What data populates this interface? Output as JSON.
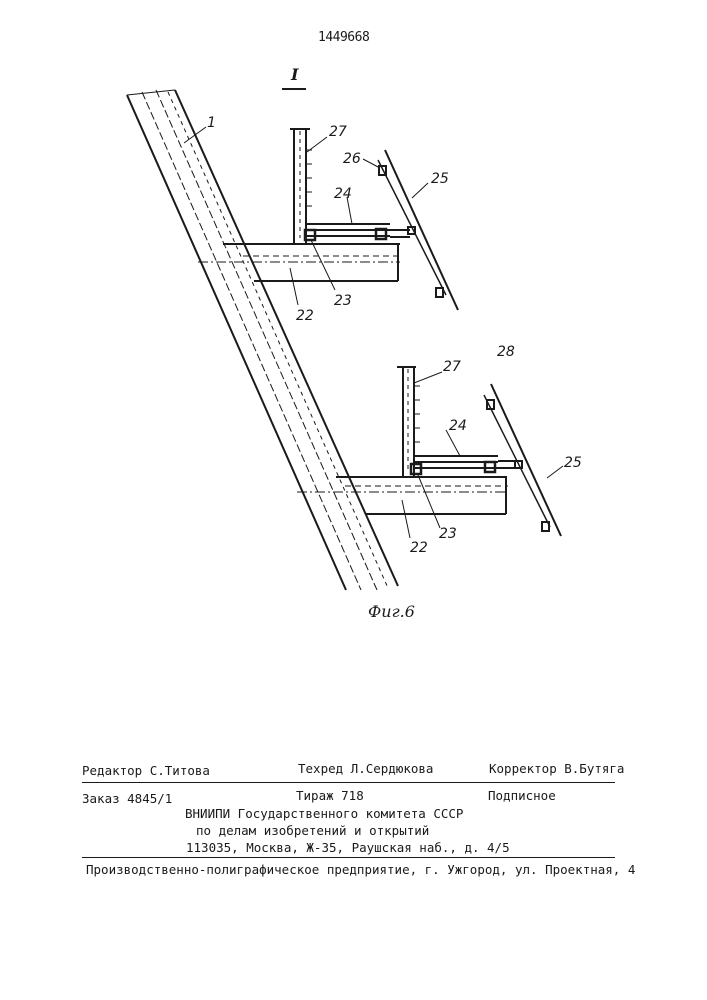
{
  "header": {
    "patent_number": "1449668"
  },
  "figure": {
    "section_mark": "I",
    "caption": "Фиг.6",
    "labels": {
      "l1": "1",
      "l27a": "27",
      "l26": "26",
      "l25a": "25",
      "l24a": "24",
      "l22a": "22",
      "l23a": "23",
      "l28": "28",
      "l27b": "27",
      "l24b": "24",
      "l25b": "25",
      "l23b": "23",
      "l22b": "22"
    }
  },
  "colophon": {
    "editor": "Редактор С.Титова",
    "techred": "Техред Л.Сердюкова",
    "corrector": "Корректор В.Бутяга",
    "order": "Заказ 4845/1",
    "circulation": "Тираж 718",
    "subscription": "Подписное",
    "institute": "ВНИИПИ Государственного комитета СССР",
    "committee": "по делам изобретений и открытий",
    "address": "113035, Москва, Ж-35, Раушская наб., д. 4/5",
    "printer": "Производственно-полиграфическое предприятие, г. Ужгород, ул. Проектная, 4"
  }
}
